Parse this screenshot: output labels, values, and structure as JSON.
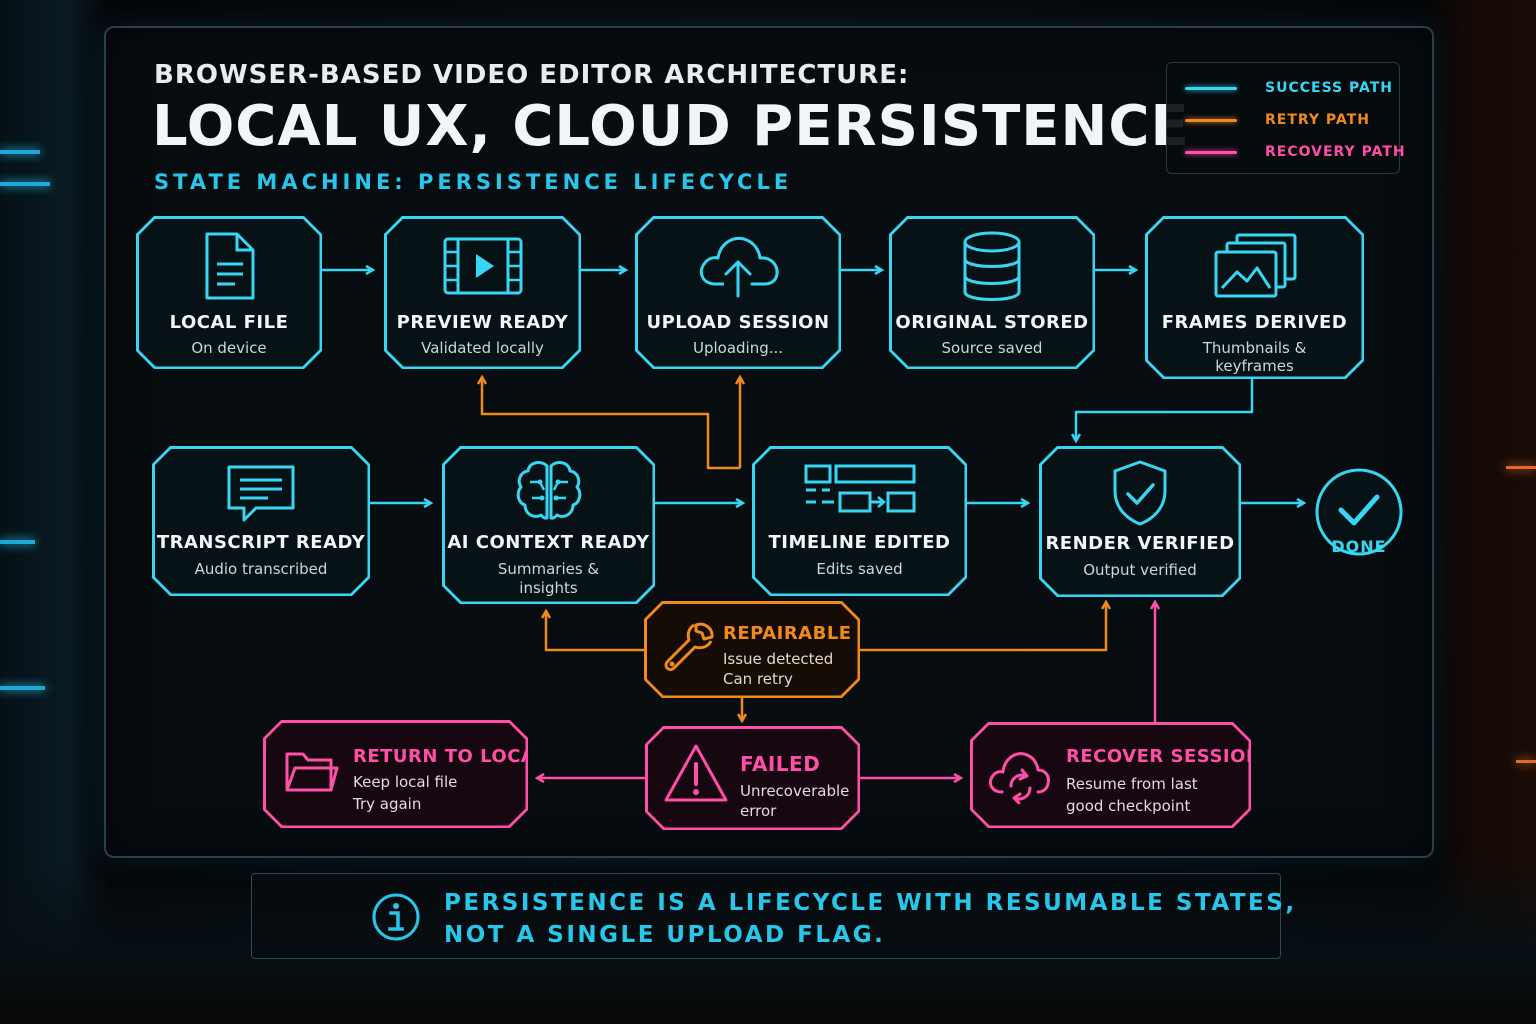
{
  "header": {
    "title_line1": "BROWSER-BASED VIDEO EDITOR ARCHITECTURE:",
    "title_line2": "LOCAL UX, CLOUD PERSISTENCE",
    "subtitle": "STATE MACHINE: PERSISTENCE LIFECYCLE"
  },
  "legend": {
    "items": [
      {
        "label": "SUCCESS PATH",
        "color": "#38d6f2"
      },
      {
        "label": "RETRY PATH",
        "color": "#f08a1c"
      },
      {
        "label": "RECOVERY PATH",
        "color": "#ff4fa6"
      }
    ]
  },
  "colors": {
    "success": "#38d6f2",
    "retry": "#f08a1c",
    "recovery": "#ff4fa6"
  },
  "nodes": {
    "local_file": {
      "label": "LOCAL FILE",
      "desc1": "On device",
      "icon": "document-icon"
    },
    "preview_ready": {
      "label": "PREVIEW READY",
      "desc1": "Validated locally",
      "icon": "video-icon"
    },
    "upload_session": {
      "label": "UPLOAD SESSION",
      "desc1": "Uploading...",
      "icon": "cloud-upload-icon"
    },
    "original_stored": {
      "label": "ORIGINAL STORED",
      "desc1": "Source saved",
      "icon": "database-icon"
    },
    "frames_derived": {
      "label": "FRAMES DERIVED",
      "desc1": "Thumbnails &",
      "desc2": "keyframes",
      "icon": "images-icon"
    },
    "transcript_ready": {
      "label": "TRANSCRIPT READY",
      "desc1": "Audio transcribed",
      "icon": "chat-icon"
    },
    "ai_context_ready": {
      "label": "AI CONTEXT READY",
      "desc1": "Summaries &",
      "desc2": "insights",
      "icon": "brain-icon"
    },
    "timeline_edited": {
      "label": "TIMELINE EDITED",
      "desc1": "Edits saved",
      "icon": "timeline-icon"
    },
    "render_verified": {
      "label": "RENDER VERIFIED",
      "desc1": "Output verified",
      "icon": "shield-check-icon"
    },
    "repairable": {
      "label": "REPAIRABLE",
      "desc1": "Issue detected",
      "desc2": "Can retry",
      "icon": "wrench-icon"
    },
    "return_to_local": {
      "label": "RETURN TO LOCAL",
      "desc1": "Keep local file",
      "desc2": "Try again",
      "icon": "folder-icon"
    },
    "failed": {
      "label": "FAILED",
      "desc1": "Unrecoverable",
      "desc2": "error",
      "icon": "warning-icon"
    },
    "recover_session": {
      "label": "RECOVER SESSION",
      "desc1": "Resume from last",
      "desc2": "good checkpoint",
      "icon": "cloud-sync-icon"
    }
  },
  "done": {
    "label": "DONE"
  },
  "footer": {
    "line1": "PERSISTENCE IS A LIFECYCLE WITH RESUMABLE STATES,",
    "line2": "NOT A SINGLE UPLOAD FLAG."
  }
}
